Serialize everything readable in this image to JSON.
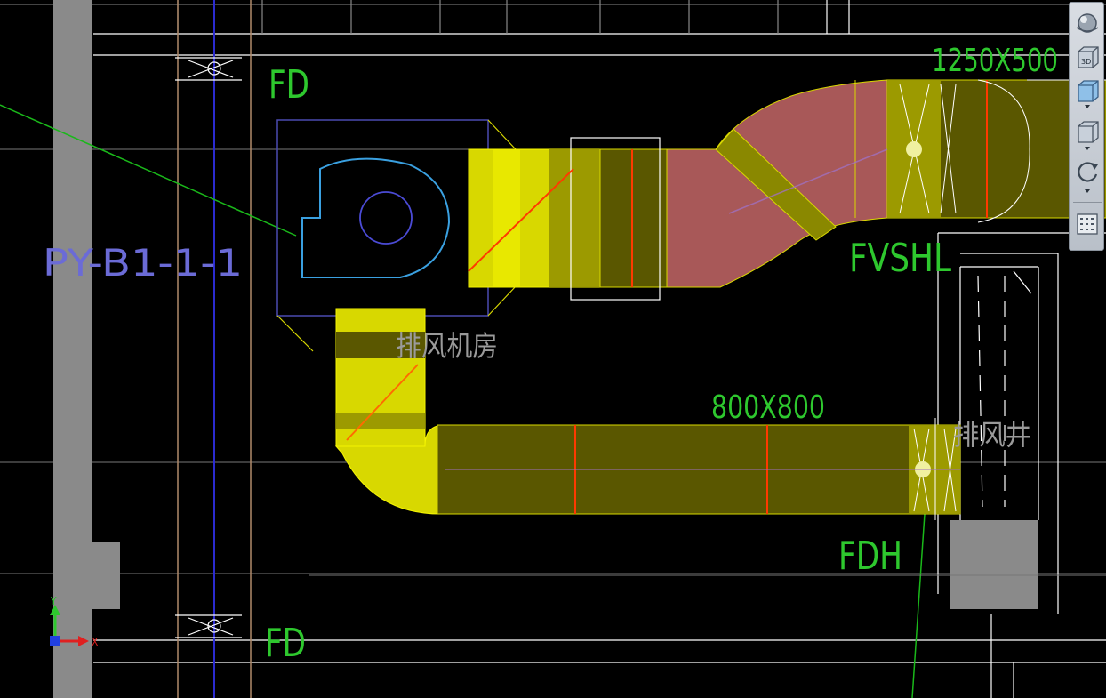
{
  "drawing": {
    "equipment_tag": "PY-B1-1-1",
    "room_label": "排风机房",
    "shaft_label": "排风井",
    "duct_sizes": {
      "upper": "1250X500",
      "lower": "800X800"
    },
    "damper_labels": {
      "fd_top": "FD",
      "fd_bottom": "FD",
      "fvshl": "FVSHL",
      "fdh": "FDH"
    }
  },
  "ucs": {
    "x_label": "X",
    "y_label": "Y"
  },
  "navigation_bar": {
    "items": [
      {
        "name": "full-navigation-wheel",
        "icon": "navigation-wheel-icon"
      },
      {
        "name": "view-3d",
        "icon": "view-3d-icon",
        "text": "3D"
      },
      {
        "name": "pan",
        "icon": "view-cube-icon"
      },
      {
        "name": "zoom",
        "icon": "zoom-cube-icon"
      },
      {
        "name": "orbit",
        "icon": "orbit-icon"
      },
      {
        "name": "show-motion",
        "icon": "show-motion-icon"
      }
    ]
  },
  "colors": {
    "background": "#000000",
    "duct_yellow": "#d8d800",
    "duct_dark": "#5a5700",
    "transition_red": "#a85858",
    "text_green": "#2ec82e",
    "text_blue": "#6b6bd6",
    "text_grey": "#9a9a9a",
    "wall_grey": "#8a8a8a"
  }
}
